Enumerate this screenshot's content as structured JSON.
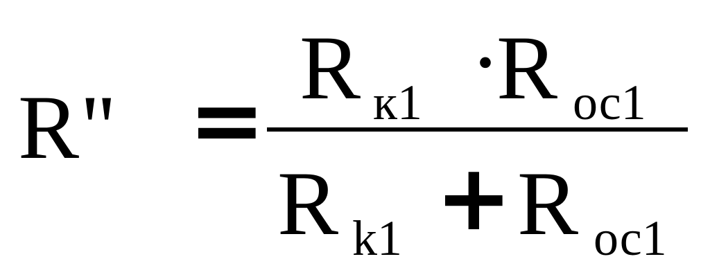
{
  "formula": {
    "lhs": {
      "symbol": "R",
      "primes": "''"
    },
    "equals": "=",
    "numerator": {
      "term1": {
        "symbol": "R",
        "subscript": "к1"
      },
      "operator": "·",
      "term2": {
        "symbol": "R",
        "subscript": "ос1"
      }
    },
    "denominator": {
      "term1": {
        "symbol": "R",
        "subscript": "k1"
      },
      "operator": "+",
      "term2": {
        "symbol": "R",
        "subscript": "ос1"
      }
    }
  }
}
